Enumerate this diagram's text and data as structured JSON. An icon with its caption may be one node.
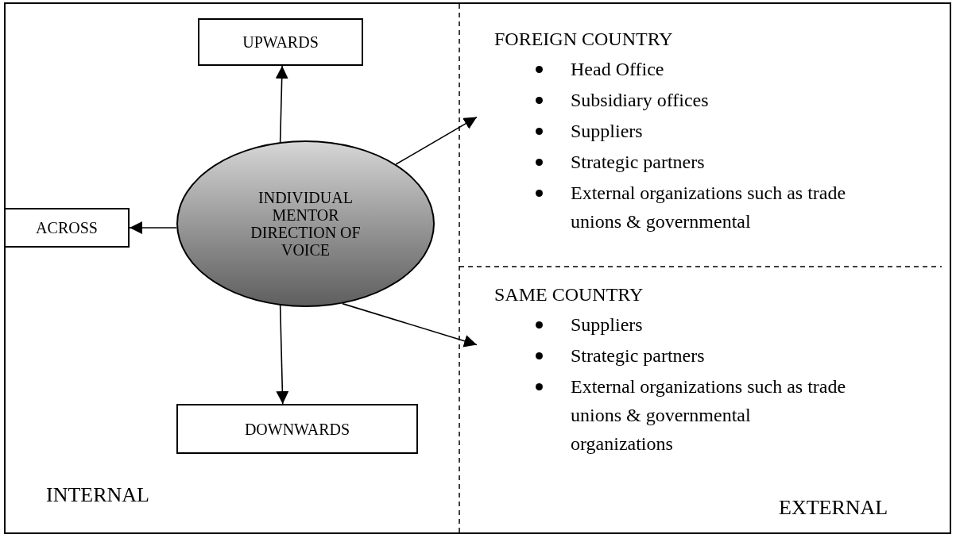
{
  "diagram": {
    "nodes": [
      {
        "text": [
          "UPWARDS"
        ]
      },
      {
        "text": [
          "ACROSS"
        ]
      },
      {
        "text": [
          "INDIVIDUAL MENTOR DIRECTION OF VOICE"
        ]
      },
      {
        "text": [
          "DOWNWARDS"
        ]
      },
      {
        "text": [
          "FOREIGN COUNTRY",
          "Head Office",
          "Subsidiary offices",
          "Suppliers",
          "Strategic partners",
          "External organizations such as trade unions & governmental"
        ]
      },
      {
        "text": [
          "SAME COUNTRY",
          "Suppliers",
          "Strategic partners",
          "External organizations such as trade unions & governmental organizations"
        ]
      }
    ],
    "edges": [
      {
        "from": 2,
        "to": 0,
        "arrow": "to"
      },
      {
        "from": 2,
        "to": 1,
        "arrow": "to"
      },
      {
        "from": 2,
        "to": 3,
        "arrow": "to"
      },
      {
        "from": 2,
        "to": 4,
        "arrow": "to"
      },
      {
        "from": 2,
        "to": 5,
        "arrow": "to"
      }
    ],
    "labels": [
      "INTERNAL",
      "EXTERNAL"
    ]
  }
}
